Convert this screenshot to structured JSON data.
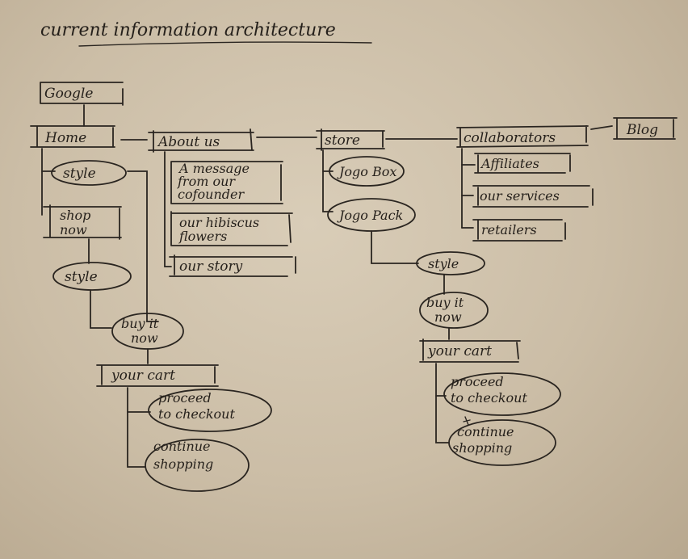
{
  "title": "current information architecture",
  "root": "Google",
  "home": {
    "label": "Home",
    "style_1": "style",
    "shop_now": [
      "shop",
      "now"
    ],
    "style_2": "style",
    "buy_it_now": [
      "buy it",
      "now"
    ],
    "your_cart": "your cart",
    "proceed": [
      "proceed",
      "to checkout"
    ],
    "continue": [
      "continue",
      "shopping"
    ]
  },
  "about": {
    "label": "About us",
    "items": [
      [
        "A message",
        "from our",
        "cofounder"
      ],
      [
        "our hibiscus",
        "flowers"
      ],
      [
        "our story"
      ]
    ]
  },
  "store": {
    "label": "store",
    "jogo_box": "Jogo Box",
    "jogo_pack": "Jogo Pack",
    "style": "style",
    "buy_it_now": [
      "buy it",
      "now"
    ],
    "your_cart": "your cart",
    "proceed": [
      "proceed",
      "to checkout"
    ],
    "continue": [
      "continue",
      "shopping"
    ]
  },
  "collaborators": {
    "label": "collaborators",
    "items": [
      "Affiliates",
      "our services",
      "retailers"
    ]
  },
  "blog": "Blog"
}
